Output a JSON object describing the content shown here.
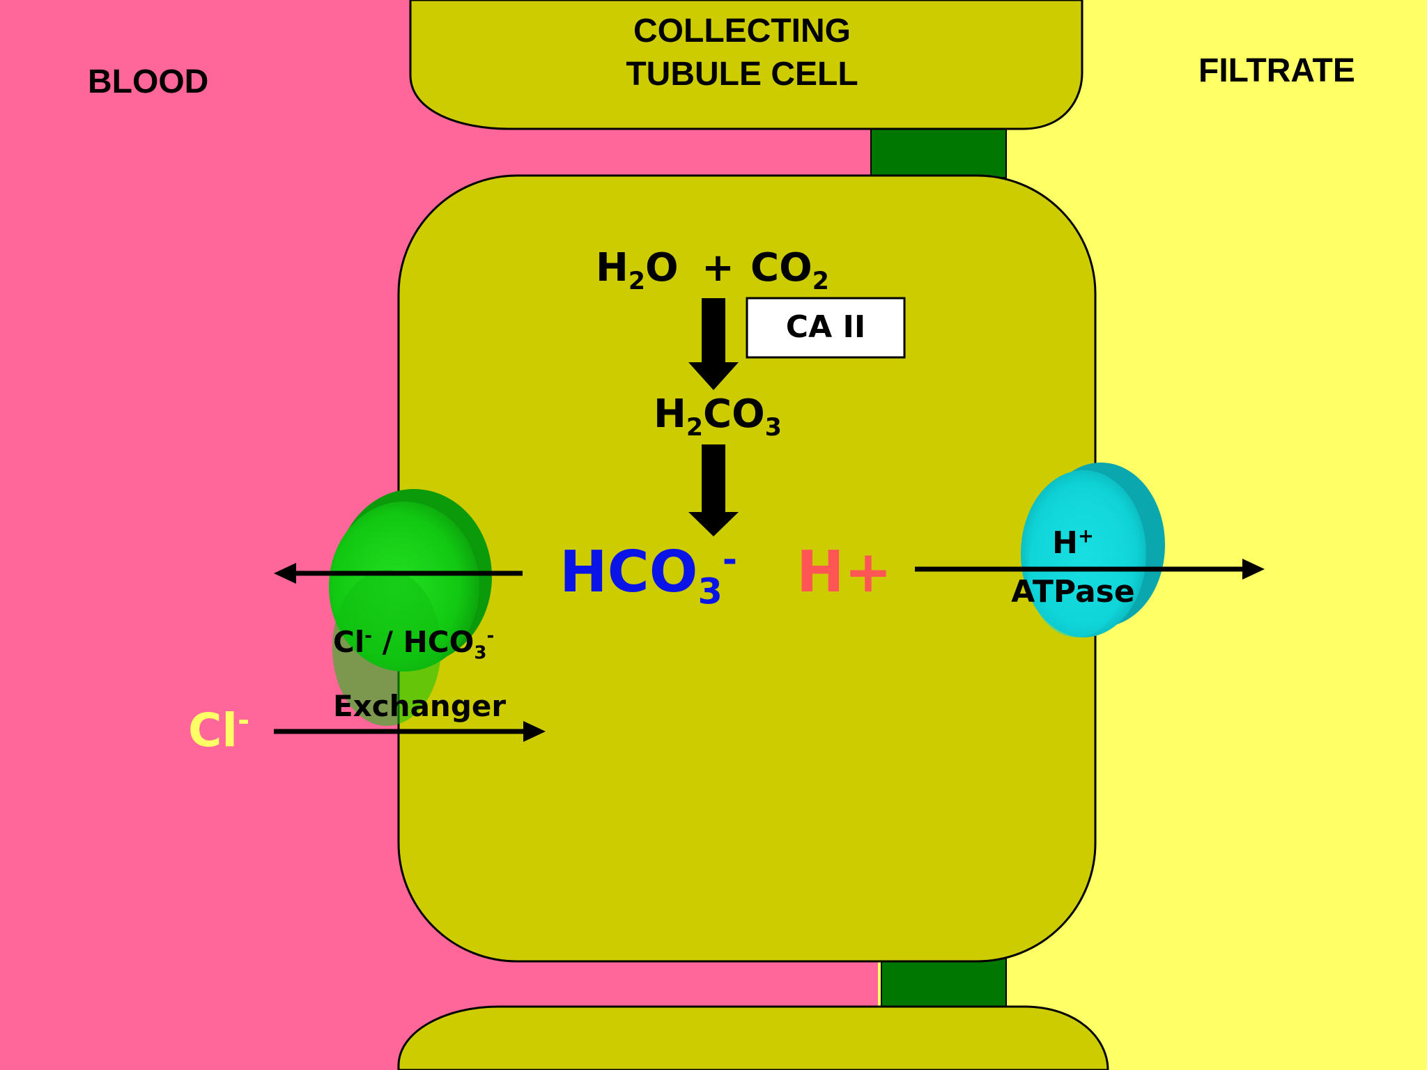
{
  "labels": {
    "blood": "BLOOD",
    "filtrate": "FILTRATE",
    "cell_title_line1": "COLLECTING",
    "cell_title_line2": "TUBULE CELL"
  },
  "reaction": {
    "water": {
      "base": "H",
      "sub": "2",
      "tail": "O"
    },
    "plus": "+",
    "co2": {
      "base": "CO",
      "sub": "2"
    },
    "enzyme": "CA II",
    "carbonic_acid": {
      "h": "H",
      "sub1": "2",
      "co": "CO",
      "sub2": "3"
    }
  },
  "ions": {
    "bicarbonate": {
      "base": "HCO",
      "sub": "3",
      "sup": "-",
      "color": "#0a14e6"
    },
    "proton": {
      "text": "H+",
      "color": "#ff5555"
    },
    "chloride": {
      "base": "Cl",
      "sup": "-",
      "color": "#ffff66"
    }
  },
  "transporters": {
    "exchanger": {
      "cl": "Cl",
      "cl_sup": "-",
      "slash": " / HCO",
      "sub": "3",
      "sup": "-",
      "line2": "Exchanger",
      "color": "#0dc40d"
    },
    "atpase": {
      "h": "H",
      "h_sup": "+",
      "line2": "ATPase",
      "color": "#00d4d8"
    }
  },
  "colors": {
    "blood": "#ff6699",
    "filtrate": "#ffff66",
    "cell": "#cccc00",
    "tight_junction": "#007800"
  }
}
